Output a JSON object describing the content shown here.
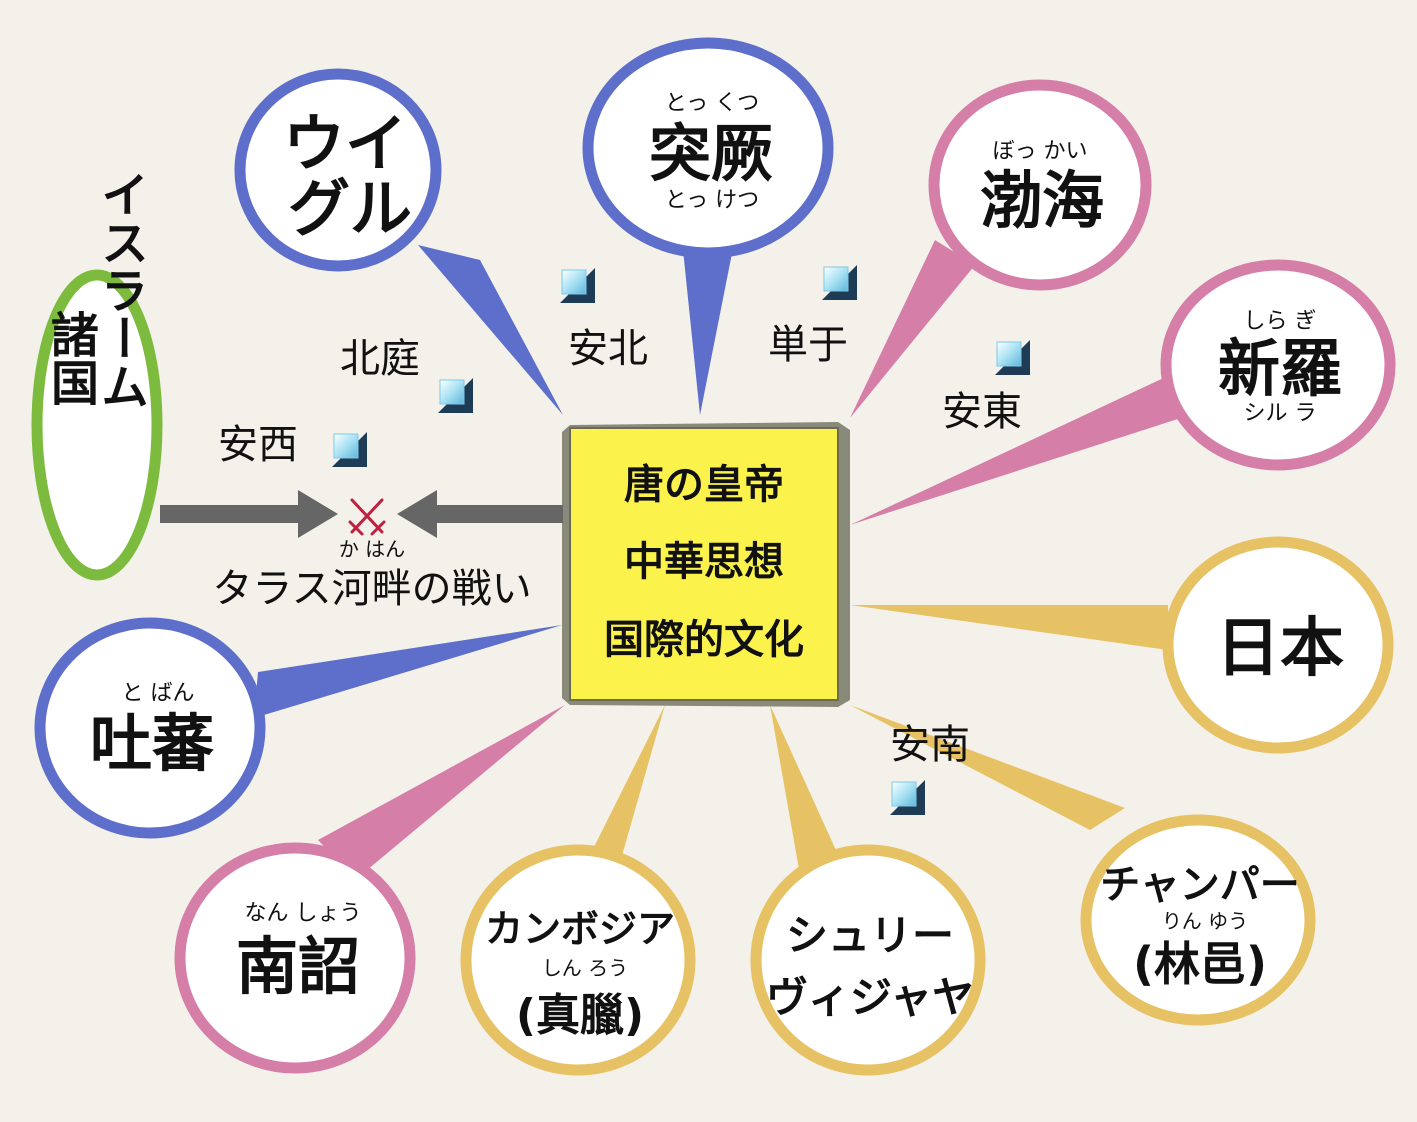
{
  "center": {
    "lines": [
      "唐の皇帝",
      "中華思想",
      "国際的文化"
    ]
  },
  "colors": {
    "background": "#f4f1ea",
    "blue": "#5d6fcb",
    "pink": "#d57ea8",
    "gold": "#e6c264",
    "green": "#7dbb3e",
    "center_fill": "#fbf24b",
    "arrow": "#666666",
    "swords": "#c02040"
  },
  "nodes": [
    {
      "id": "uighur",
      "color": "blue",
      "lines": [
        "ウイ",
        "グル"
      ]
    },
    {
      "id": "tokketsu",
      "color": "blue",
      "ruby_top": "とっ くつ",
      "lines": [
        "突厥"
      ],
      "ruby_bottom": "とっ けつ"
    },
    {
      "id": "bokkai",
      "color": "pink",
      "ruby_top": "ぼっ かい",
      "lines": [
        "渤海"
      ]
    },
    {
      "id": "shiragi",
      "color": "pink",
      "ruby_top": "しら ぎ",
      "lines": [
        "新羅"
      ],
      "ruby_bottom": "シル ラ"
    },
    {
      "id": "islam",
      "color": "green",
      "lines": [
        "イスラーム",
        "諸国"
      ]
    },
    {
      "id": "nihon",
      "color": "gold",
      "lines": [
        "日本"
      ]
    },
    {
      "id": "toban",
      "color": "blue",
      "ruby_top": "と ばん",
      "lines": [
        "吐蕃"
      ]
    },
    {
      "id": "nansho",
      "color": "pink",
      "ruby_top": "なん しょう",
      "lines": [
        "南詔"
      ]
    },
    {
      "id": "cambodia",
      "color": "gold",
      "lines": [
        "カンボジア",
        "(真臘)"
      ],
      "ruby_mid": "しん ろう"
    },
    {
      "id": "srivijaya",
      "color": "gold",
      "lines": [
        "シュリー",
        "ヴィジャヤ"
      ]
    },
    {
      "id": "champa",
      "color": "gold",
      "lines": [
        "チャンパー",
        "(林邑)"
      ],
      "ruby_mid": "りん ゆう"
    }
  ],
  "protectorates": [
    "北庭",
    "安北",
    "単于",
    "安東",
    "安西",
    "安南"
  ],
  "battle": {
    "label": "タラス河畔の戦い",
    "ruby": "か はん"
  }
}
